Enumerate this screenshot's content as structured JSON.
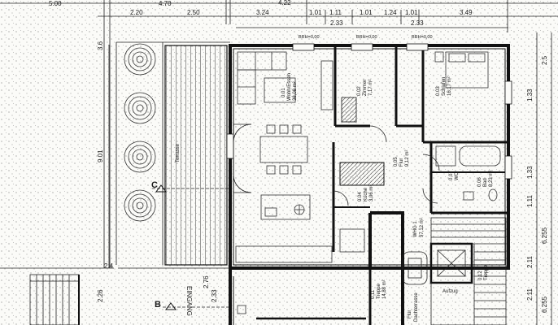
{
  "top_dimensions": [
    "5.00",
    "4.70",
    "4.22",
    "2.20",
    "2.50",
    "3.24",
    "1.01",
    "1.11",
    "1.01",
    "1.24",
    "1.01",
    "3.49",
    "2.33",
    "2.33"
  ],
  "sill_labels": [
    "BRH=0,00",
    "BRH=0,00",
    "BRH=0,00"
  ],
  "side_dimensions_left": [
    "3.6",
    "9.01",
    "2.26",
    "2.4"
  ],
  "side_dimensions_right": [
    "2.5",
    "1.33",
    "1.33",
    "1.11",
    "6.255",
    "2.11",
    "6.255",
    "2.11"
  ],
  "section_markers": [
    "C",
    "B"
  ],
  "entrance_label": "EINGANG",
  "entrance_dims": [
    "2.76",
    "2.33"
  ],
  "rooms": [
    {
      "id": "living",
      "label": "Wohn/Essen",
      "area": "38,08 m²",
      "code": "0.01"
    },
    {
      "id": "room2",
      "label": "Zimmer",
      "area": "7,17 m²",
      "code": "0.02"
    },
    {
      "id": "bedroom",
      "label": "Schlafen",
      "area": "16,17 m²",
      "code": "0.03"
    },
    {
      "id": "corridor",
      "label": "Flur",
      "area": "9,12 m²",
      "code": "0.05"
    },
    {
      "id": "kitchen",
      "label": "Küche",
      "area": "3,06 m²",
      "code": "0.04"
    },
    {
      "id": "bath",
      "label": "Bad",
      "area": "8,23 m²",
      "code": "0.06"
    },
    {
      "id": "wc",
      "label": "WC",
      "area": "",
      "code": "0.07"
    },
    {
      "id": "stair1",
      "label": "Treppe",
      "area": "14,88 m²",
      "code": "0.11"
    },
    {
      "id": "stair2",
      "label": "Treppe",
      "area": "",
      "code": "0.12"
    },
    {
      "id": "terrace",
      "label": "Terrasse",
      "area": "",
      "code": ""
    }
  ],
  "labels": {
    "lift": "Aufzug",
    "wg_label": "WHG 1",
    "wg_area": "97,12 m²",
    "flur": "Flur",
    "dach": "Dachterrasse"
  }
}
